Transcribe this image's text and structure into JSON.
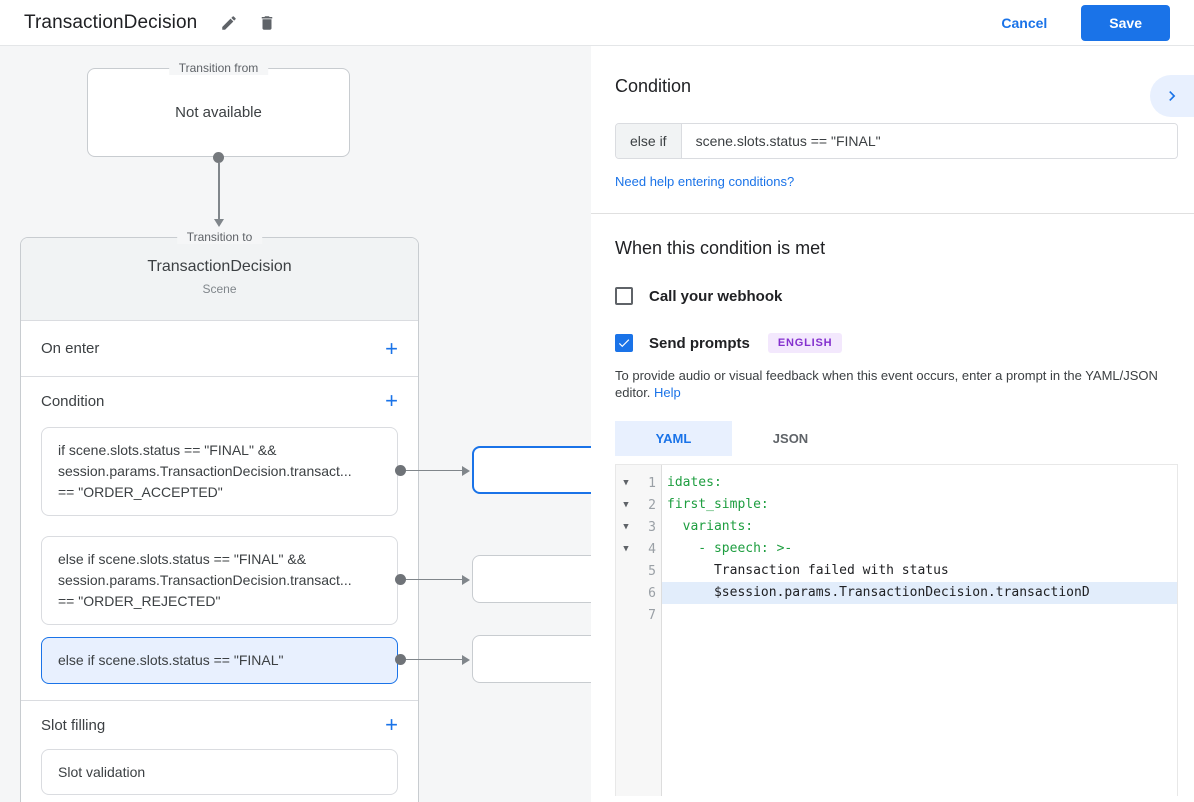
{
  "header": {
    "title": "TransactionDecision",
    "cancel_label": "Cancel",
    "save_label": "Save"
  },
  "canvas": {
    "transition_from": {
      "legend": "Transition from",
      "value": "Not available"
    },
    "card": {
      "legend": "Transition to",
      "title": "TransactionDecision",
      "subtitle": "Scene",
      "on_enter_label": "On enter",
      "condition_label": "Condition",
      "slot_filling_label": "Slot filling",
      "slot_validation_label": "Slot validation",
      "add_label": "+",
      "conditions": [
        {
          "lines": [
            "if scene.slots.status == \"FINAL\" &&",
            "session.params.TransactionDecision.transact...",
            "== \"ORDER_ACCEPTED\""
          ]
        },
        {
          "lines": [
            "else if scene.slots.status == \"FINAL\" &&",
            "session.params.TransactionDecision.transact...",
            "== \"ORDER_REJECTED\""
          ]
        },
        {
          "lines": [
            "else if scene.slots.status == \"FINAL\""
          ]
        }
      ]
    }
  },
  "panel": {
    "condition_title": "Condition",
    "condition_prefix": "else if",
    "condition_value": "scene.slots.status == \"FINAL\"",
    "help_link": "Need help entering conditions?",
    "when_title": "When this condition is met",
    "webhook_label": "Call your webhook",
    "prompts_label": "Send prompts",
    "language_badge": "ENGLISH",
    "description": "To provide audio or visual feedback when this event occurs, enter a prompt in the YAML/JSON editor. ",
    "description_help": "Help",
    "tabs": {
      "yaml": "YAML",
      "json": "JSON"
    },
    "editor": {
      "lines": [
        {
          "num": "1",
          "text": "idates:"
        },
        {
          "num": "2",
          "text": "first_simple:"
        },
        {
          "num": "3",
          "text": "  variants:"
        },
        {
          "num": "4",
          "text": "    - speech: >-"
        },
        {
          "num": "5",
          "text": "      Transaction failed with status"
        },
        {
          "num": "6",
          "text": "      $session.params.TransactionDecision.transactionD"
        },
        {
          "num": "7",
          "text": ""
        }
      ]
    }
  },
  "colors": {
    "accent": "#1a73e8",
    "yaml_key_green": "#1e9e40",
    "badge_purple": "#8430ce",
    "selected_fill": "#e8f0fe"
  }
}
